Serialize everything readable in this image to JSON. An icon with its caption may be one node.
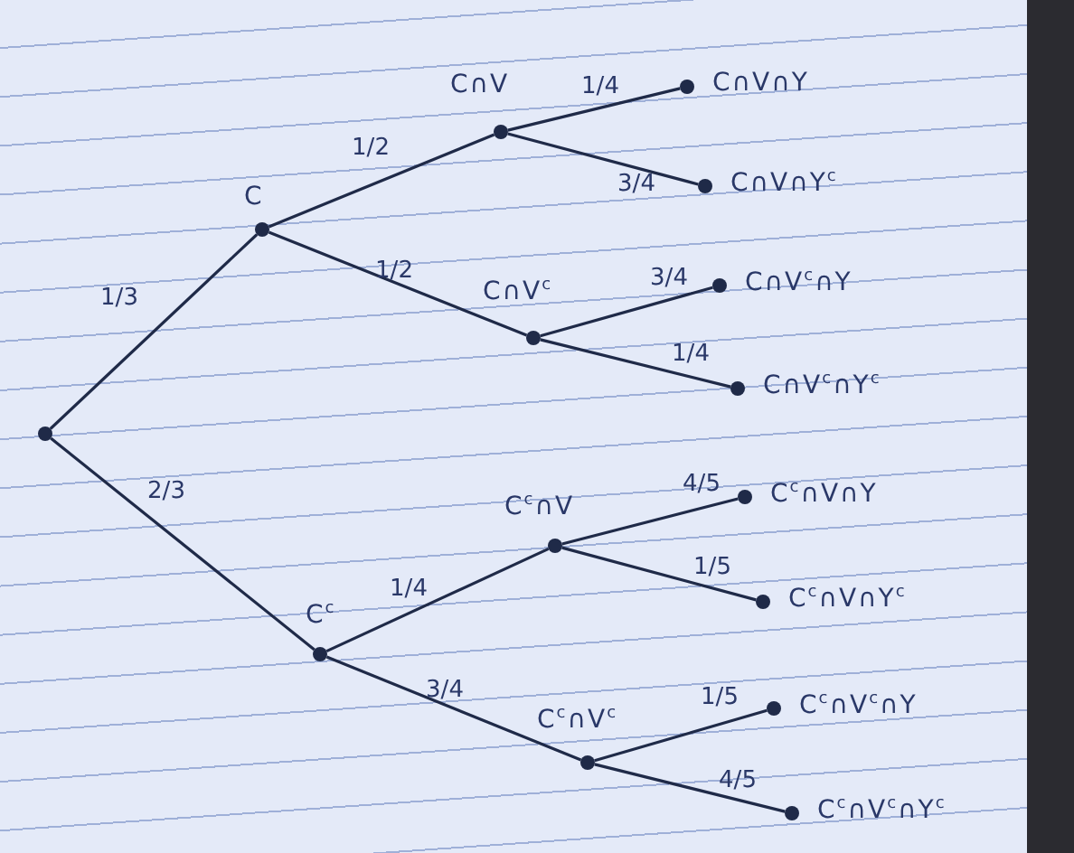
{
  "diagram": {
    "nodes": [
      {
        "text": [],
        "shape": "circle"
      },
      {
        "text": [],
        "shape": "circle",
        "beside": [
          "C"
        ]
      },
      {
        "text": [],
        "shape": "circle",
        "beside": [
          "C∩V"
        ]
      },
      {
        "text": [],
        "shape": "circle",
        "beside": [
          "C∩V∩Y"
        ]
      },
      {
        "text": [],
        "shape": "circle",
        "beside": [
          "C∩V∩Y$^{c}$"
        ]
      },
      {
        "text": [],
        "shape": "circle",
        "beside": [
          "C∩V$^{c}$"
        ]
      },
      {
        "text": [],
        "shape": "circle",
        "beside": [
          "C∩V$^{c}$∩Y"
        ]
      },
      {
        "text": [],
        "shape": "circle",
        "beside": [
          "C∩V$^{c}$∩Y$^{c}$"
        ]
      },
      {
        "text": [],
        "shape": "circle",
        "beside": [
          "C$^{c}$"
        ]
      },
      {
        "text": [],
        "shape": "circle",
        "beside": [
          "C$^{c}$∩V"
        ]
      },
      {
        "text": [],
        "shape": "circle",
        "beside": [
          "C$^{c}$∩V∩Y"
        ]
      },
      {
        "text": [],
        "shape": "circle",
        "beside": [
          "C$^{c}$∩V∩Y$^{c}$"
        ]
      },
      {
        "text": [],
        "shape": "circle",
        "beside": [
          "C$^{c}$∩V$^{c}$"
        ]
      },
      {
        "text": [],
        "shape": "circle",
        "beside": [
          "C$^{c}$∩V$^{c}$∩Y"
        ]
      },
      {
        "text": [],
        "shape": "circle",
        "beside": [
          "C$^{c}$∩V$^{c}$∩Y$^{c}$"
        ]
      }
    ],
    "edges": [
      {
        "from": 0,
        "to": 1,
        "arrow": "none",
        "label": "1/3"
      },
      {
        "from": 0,
        "to": 8,
        "arrow": "none",
        "label": "2/3"
      },
      {
        "from": 1,
        "to": 2,
        "arrow": "none",
        "label": "1/2"
      },
      {
        "from": 1,
        "to": 5,
        "arrow": "none",
        "label": "1/2"
      },
      {
        "from": 2,
        "to": 3,
        "arrow": "none",
        "label": "1/4"
      },
      {
        "from": 2,
        "to": 4,
        "arrow": "none",
        "label": "3/4"
      },
      {
        "from": 5,
        "to": 6,
        "arrow": "none",
        "label": "3/4"
      },
      {
        "from": 5,
        "to": 7,
        "arrow": "none",
        "label": "1/4"
      },
      {
        "from": 8,
        "to": 9,
        "arrow": "none",
        "label": "1/4"
      },
      {
        "from": 8,
        "to": 12,
        "arrow": "none",
        "label": "3/4"
      },
      {
        "from": 9,
        "to": 10,
        "arrow": "none",
        "label": "4/5"
      },
      {
        "from": 9,
        "to": 11,
        "arrow": "none",
        "label": "1/5"
      },
      {
        "from": 12,
        "to": 13,
        "arrow": "none",
        "label": "1/5"
      },
      {
        "from": 12,
        "to": 14,
        "arrow": "none",
        "label": "4/5"
      }
    ]
  }
}
